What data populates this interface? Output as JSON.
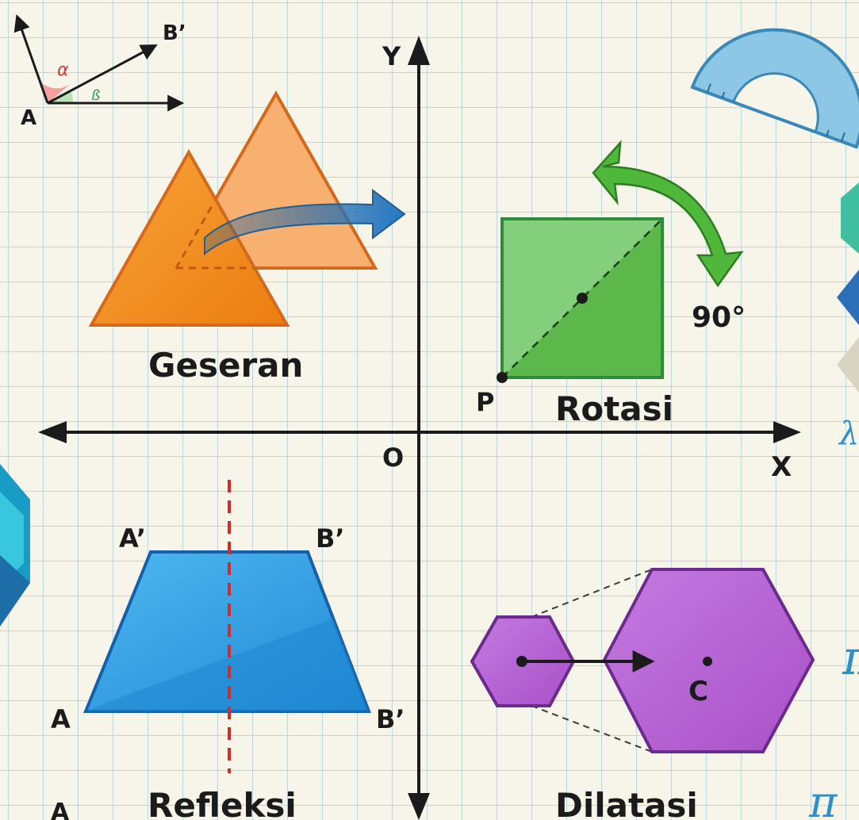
{
  "axes": {
    "y_label": "Y",
    "x_label": "X",
    "origin_label": "O"
  },
  "angle_inset": {
    "vertex_label": "A",
    "ray_label": "B’",
    "alpha_label": "α",
    "beta_label": "ß"
  },
  "translation": {
    "caption": "Geseran"
  },
  "rotation": {
    "caption": "Rotasi",
    "angle_label": "90°",
    "pivot_label": "P"
  },
  "reflection": {
    "caption": "Refleksi",
    "top_left_label": "A’",
    "top_right_label": "B’",
    "bottom_left_label": "A",
    "bottom_right_label": "B’"
  },
  "dilation": {
    "caption": "Dilatasi",
    "center_label": "C"
  },
  "decor": {
    "pi_symbol": "π",
    "edge_letter": "A"
  },
  "colors": {
    "grid": "#bcd7dc",
    "translation_orange": "#f28c1e",
    "rotation_green": "#5cbf4c",
    "reflection_blue": "#2b9be0",
    "dilation_purple": "#b15fd0",
    "arrow_blue": "#2377c2",
    "rotate_arrow_green": "#4fb83a",
    "mirror_red": "#d42a2a",
    "protractor": "#8cc8e6"
  }
}
